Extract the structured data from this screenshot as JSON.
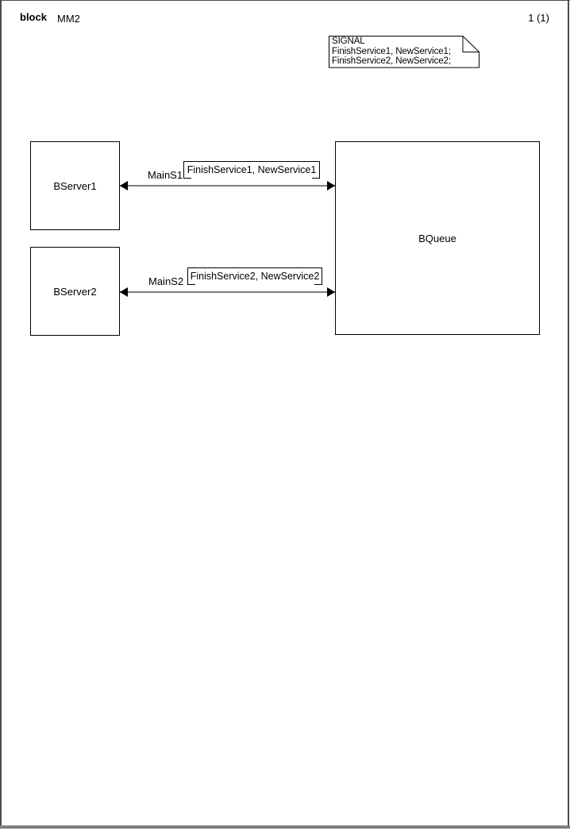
{
  "header": {
    "kind": "block",
    "name": "MM2",
    "page": "1 (1)"
  },
  "signal_note": {
    "line1": "SIGNAL",
    "line2": "FinishService1, NewService1;",
    "line3": "FinishService2, NewService2;"
  },
  "blocks": {
    "bserver1": {
      "label": "BServer1"
    },
    "bserver2": {
      "label": "BServer2"
    },
    "bqueue": {
      "label": "BQueue"
    }
  },
  "channels": {
    "mains1": {
      "name": "MainS1",
      "signals": "FinishService1, NewService1"
    },
    "mains2": {
      "name": "MainS2",
      "signals": "FinishService2, NewService2"
    }
  },
  "colors": {
    "shape_border": "#000000",
    "channel_line": "#7d7d7d",
    "page_frame": "#4c4c4c",
    "bottom_band": "#7f7f7f",
    "background": "#ffffff"
  }
}
